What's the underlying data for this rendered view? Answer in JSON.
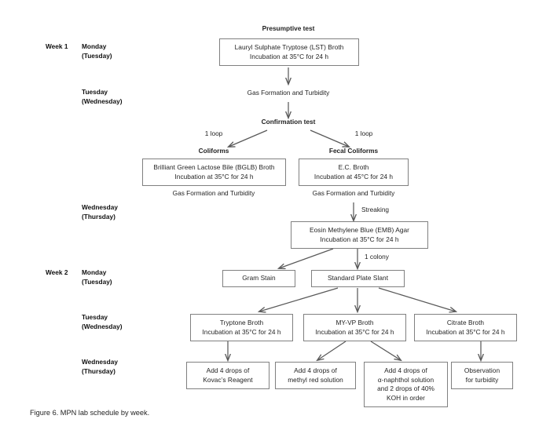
{
  "figure": {
    "caption": "Figure 6.  MPN lab schedule by week."
  },
  "weeks": [
    {
      "id": "week-1",
      "label": "Week 1"
    },
    {
      "id": "week-2",
      "label": "Week 2"
    }
  ],
  "days": [
    {
      "id": "day-w1-monday",
      "primary": "Monday",
      "alternate": "(Tuesday)"
    },
    {
      "id": "day-w1-tuesday",
      "primary": "Tuesday",
      "alternate": "(Wednesday)"
    },
    {
      "id": "day-w1-wednesday",
      "primary": "Wednesday",
      "alternate": "(Thursday)"
    },
    {
      "id": "day-w2-monday",
      "primary": "Monday",
      "alternate": "(Tuesday)"
    },
    {
      "id": "day-w2-tuesday",
      "primary": "Tuesday",
      "alternate": "(Wednesday)"
    },
    {
      "id": "day-w2-wednesday",
      "primary": "Wednesday",
      "alternate": "(Thursday)"
    }
  ],
  "headings": {
    "presumptive_test": "Presumptive test",
    "confirmation_test": "Confirmation test",
    "coliforms": "Coliforms",
    "fecal_coliforms": "Fecal Coliforms"
  },
  "edge_labels": {
    "loop_left": "1 loop",
    "loop_right": "1 loop",
    "streaking": "Streaking",
    "one_colony": "1 colony"
  },
  "observations": {
    "gas_turbidity_1": "Gas Formation and Turbidity",
    "gas_turbidity_2": "Gas Formation and Turbidity",
    "gas_turbidity_3": "Gas Formation and Turbidity"
  },
  "nodes": {
    "lst_broth": {
      "lines": [
        "Lauryl Sulphate Tryptose (LST) Broth",
        "Incubation at 35°C for 24 h"
      ]
    },
    "bglb_broth": {
      "lines": [
        "Brilliant Green Lactose Bile (BGLB) Broth",
        "Incubation at 35°C for 24 h"
      ]
    },
    "ec_broth": {
      "lines": [
        "E.C. Broth",
        "Incubation at 45°C for 24 h"
      ]
    },
    "emb_agar": {
      "lines": [
        "Eosin Methylene Blue (EMB) Agar",
        "Incubation at 35°C for 24 h"
      ]
    },
    "gram_stain": {
      "lines": [
        "Gram Stain"
      ]
    },
    "plate_slant": {
      "lines": [
        "Standard Plate Slant"
      ]
    },
    "tryptone_broth": {
      "lines": [
        "Tryptone Broth",
        "Incubation at 35°C for 24 h"
      ]
    },
    "myvp_broth": {
      "lines": [
        "MY-VP Broth",
        "Incubation at 35°C for 24 h"
      ]
    },
    "citrate_broth": {
      "lines": [
        "Citrate Broth",
        "Incubation at 35°C for 24 h"
      ]
    },
    "kovacs_reagent": {
      "lines": [
        "Add 4 drops of",
        "Kovac’s Reagent"
      ]
    },
    "methyl_red": {
      "lines": [
        "Add 4 drops of",
        "methyl red solution"
      ]
    },
    "naphthol_koh": {
      "lines": [
        "Add 4 drops of",
        "α-naphthol solution",
        "and 2 drops of 40%",
        "KOH in order"
      ]
    },
    "turbidity_obs": {
      "lines": [
        "Observation",
        "for turbidity"
      ]
    }
  },
  "colors": {
    "background": "#ffffff",
    "text": "#1f1f1f",
    "box_border": "#808080",
    "arrow": "#595959"
  }
}
